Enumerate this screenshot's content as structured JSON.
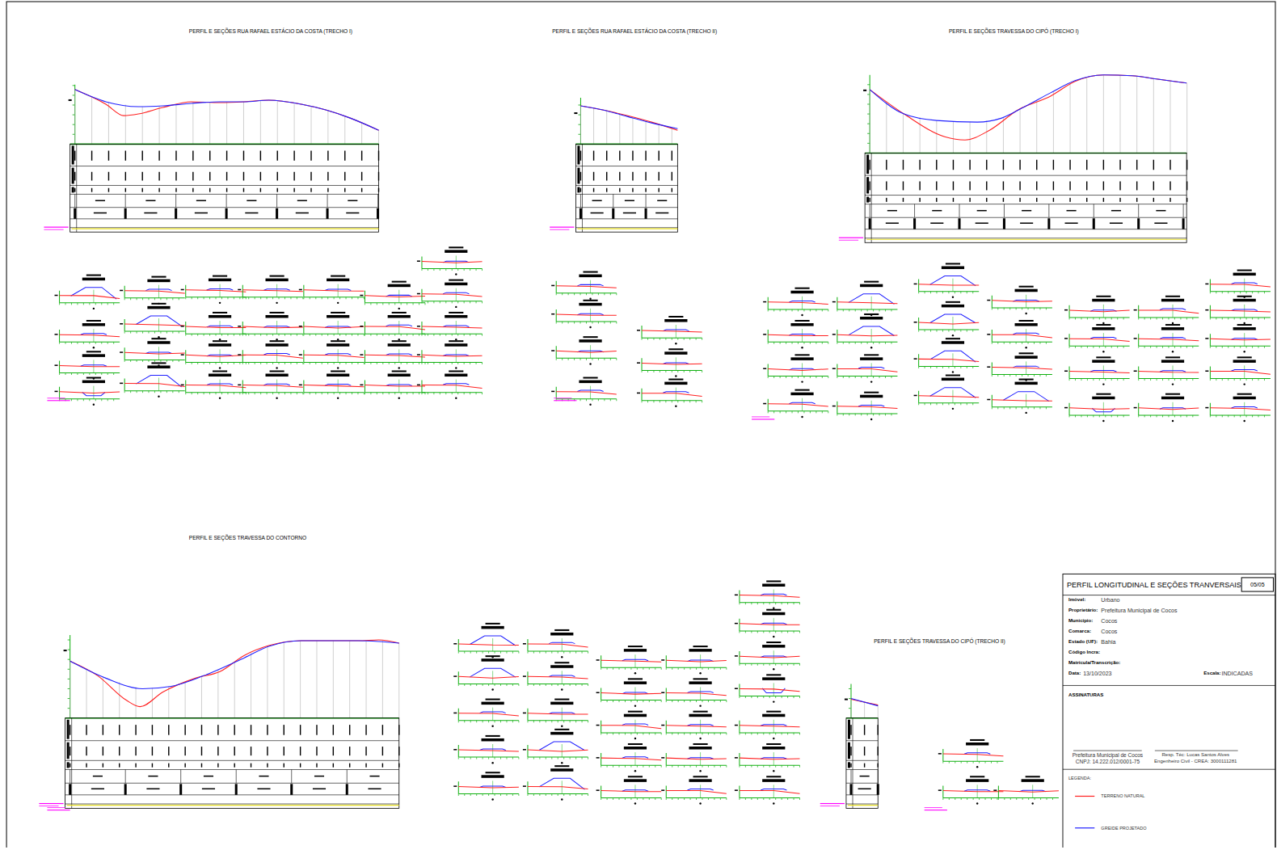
{
  "diagram": {
    "nodes": [
      {
        "text": [
          "PERFIL LONGITUDINAL E SEÇÕES TRANVERSAIS"
        ]
      },
      {
        "text": [
          "05/05"
        ]
      }
    ],
    "labels": [
      "PERFIL E SEÇÕES RUA RAFAEL ESTÁCIO DA COSTA (TRECHO I)",
      "PERFIL E SEÇÕES RUA RAFAEL ESTÁCIO DA COSTA (TRECHO II)",
      "PERFIL E SEÇÕES TRAVESSA DO CIPÓ (TRECHO I)",
      "PERFIL E SEÇÕES TRAVESSA DO CONTORNO",
      "PERFIL E SEÇÕES TRAVESSA DO CIPÓ (TRECHO II)",
      "Imóvel:",
      "Urbano",
      "Proprietário:",
      "Prefeitura Municipal de Cocos",
      "Município:",
      "Cocos",
      "Comarca:",
      "Cocos",
      "Estado (UF):",
      "Bahia",
      "Código Incra:",
      "Matrícula/Transcrição:",
      "Data:",
      "13/10/2023",
      "Escala:",
      "INDICADAS",
      "ASSINATURAS",
      "Prefeitura Municipal de Cocos",
      "CNPJ: 14.222.012/0001-75",
      "Resp. Téc: Lucas Santos Alves",
      "Engenheiro Civil - CREA: 3000111281",
      "LEGENDA:"
    ],
    "legend": [
      {
        "text": "TERRENO NATURAL"
      },
      {
        "text": "GREIDE PROJETADO"
      }
    ]
  }
}
